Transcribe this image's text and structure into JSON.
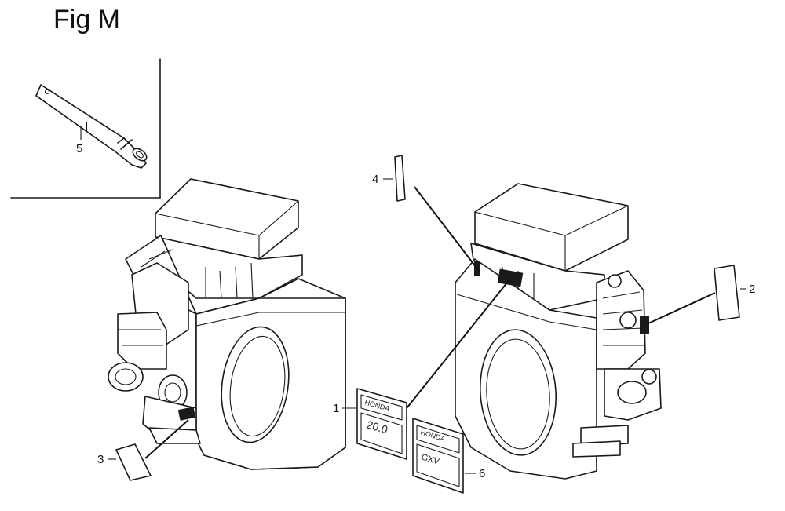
{
  "figure": {
    "title": "Fig M",
    "callouts": [
      "1",
      "2",
      "3",
      "4",
      "5",
      "6"
    ]
  }
}
